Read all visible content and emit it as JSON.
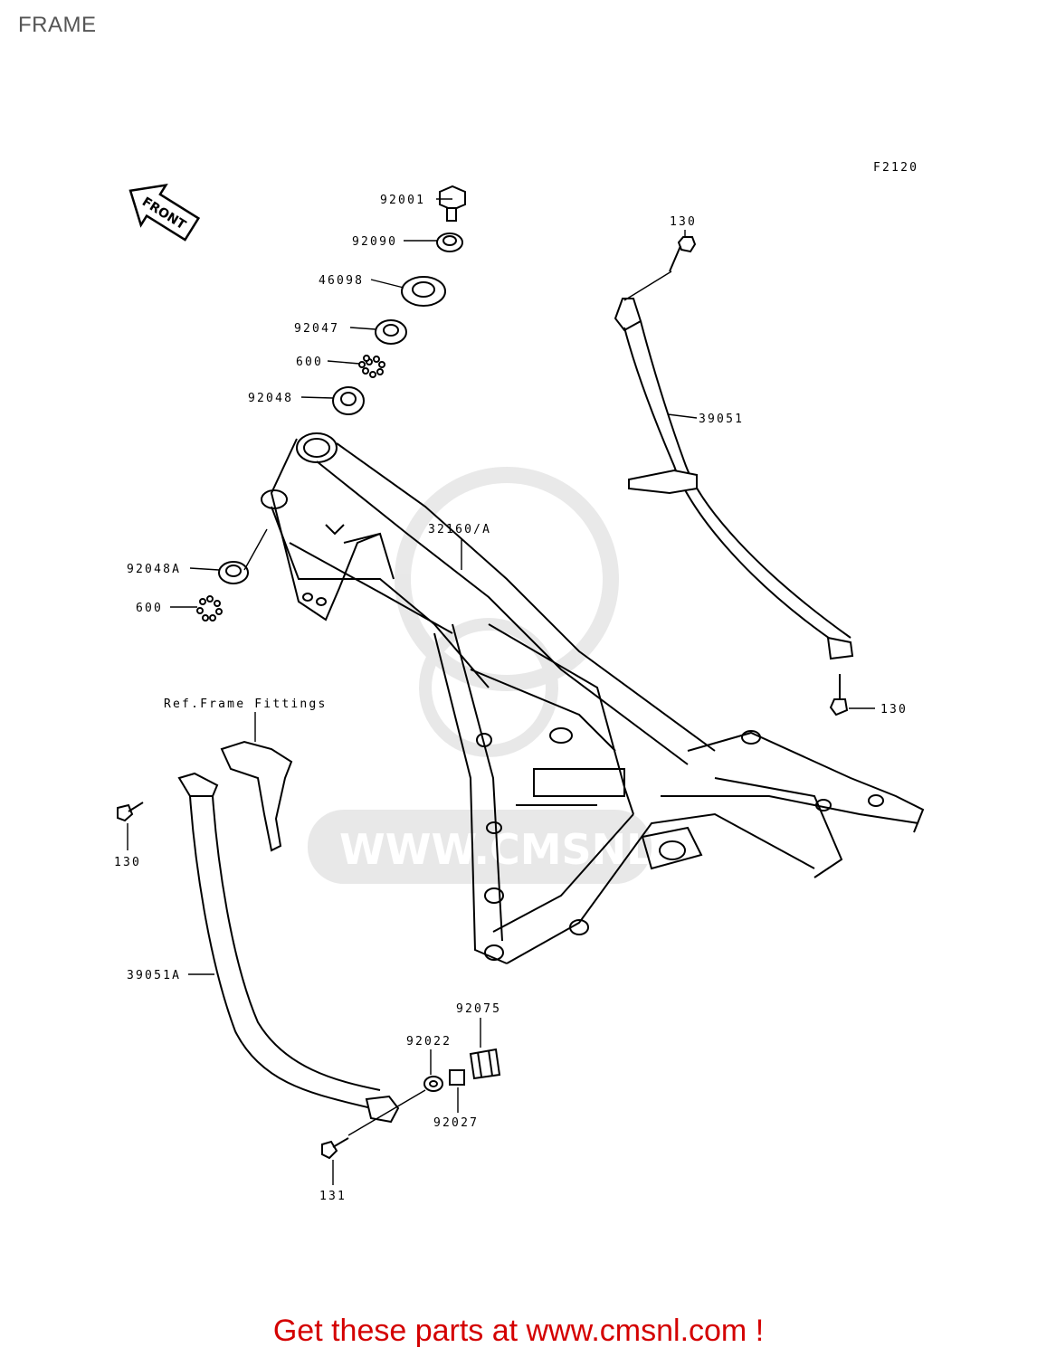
{
  "page": {
    "title": "FRAME"
  },
  "diagram": {
    "code": "F2120",
    "front_label": "FRONT",
    "watermark": "WWW.CMSNL.COM",
    "parts": {
      "p92001": "92001",
      "p92090": "92090",
      "p46098": "46098",
      "p92047": "92047",
      "p600_top": "600",
      "p92048": "92048",
      "p92048a": "92048A",
      "p600_bottom": "600",
      "p32160": "32160/A",
      "p130_top": "130",
      "p39051": "39051",
      "p130_right": "130",
      "ref_frame_fittings": "Ref.Frame Fittings",
      "p130_left": "130",
      "p39051a": "39051A",
      "p92075": "92075",
      "p92022": "92022",
      "p92027": "92027",
      "p131": "131"
    }
  },
  "footer": {
    "text": "Get these parts at www.cmsnl.com !"
  }
}
